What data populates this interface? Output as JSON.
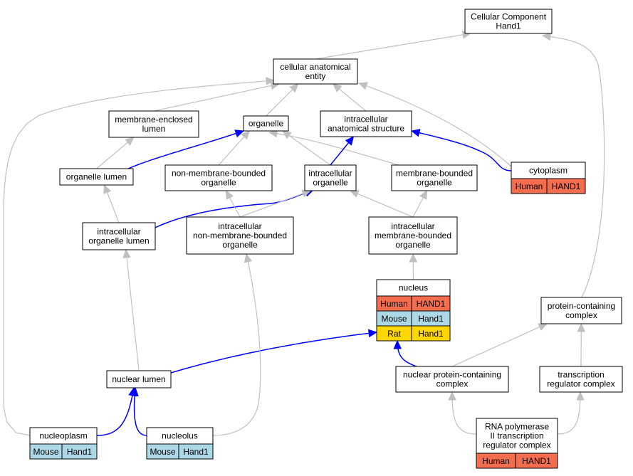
{
  "colors": {
    "human": "#f46d4f",
    "mouse": "#add8e6",
    "rat": "#ffd700",
    "edge_gray": "#c0c0c0",
    "edge_blue": "#0000ff"
  },
  "nodes": [
    {
      "id": "cellular-component",
      "lines": [
        "Cellular Component",
        "Hand1"
      ]
    },
    {
      "id": "cellular-anatomical-entity",
      "lines": [
        "cellular anatomical",
        "entity"
      ]
    },
    {
      "id": "membrane-enclosed-lumen",
      "lines": [
        "membrane-enclosed",
        "lumen"
      ]
    },
    {
      "id": "organelle",
      "lines": [
        "organelle"
      ]
    },
    {
      "id": "intracellular-anatomical-structure",
      "lines": [
        "intracellular",
        "anatomical structure"
      ]
    },
    {
      "id": "organelle-lumen",
      "lines": [
        "organelle lumen"
      ]
    },
    {
      "id": "non-membrane-bounded-organelle",
      "lines": [
        "non-membrane-bounded",
        "organelle"
      ]
    },
    {
      "id": "intracellular-organelle",
      "lines": [
        "intracellular",
        "organelle"
      ]
    },
    {
      "id": "membrane-bounded-organelle",
      "lines": [
        "membrane-bounded",
        "organelle"
      ]
    },
    {
      "id": "cytoplasm",
      "lines": [
        "cytoplasm"
      ],
      "species": [
        {
          "name": "Human",
          "gene": "HAND1",
          "color": "human"
        }
      ]
    },
    {
      "id": "intracellular-organelle-lumen",
      "lines": [
        "intracellular",
        "organelle lumen"
      ]
    },
    {
      "id": "intracellular-non-membrane-bounded-organelle",
      "lines": [
        "intracellular",
        "non-membrane-bounded",
        "organelle"
      ]
    },
    {
      "id": "intracellular-membrane-bounded-organelle",
      "lines": [
        "intracellular",
        "membrane-bounded",
        "organelle"
      ]
    },
    {
      "id": "nucleus",
      "lines": [
        "nucleus"
      ],
      "species": [
        {
          "name": "Human",
          "gene": "HAND1",
          "color": "human"
        },
        {
          "name": "Mouse",
          "gene": "Hand1",
          "color": "mouse"
        },
        {
          "name": "Rat",
          "gene": "Hand1",
          "color": "rat"
        }
      ]
    },
    {
      "id": "protein-containing-complex",
      "lines": [
        "protein-containing",
        "complex"
      ]
    },
    {
      "id": "nuclear-lumen",
      "lines": [
        "nuclear lumen"
      ]
    },
    {
      "id": "nuclear-protein-containing-complex",
      "lines": [
        "nuclear protein-containing",
        "complex"
      ]
    },
    {
      "id": "transcription-regulator-complex",
      "lines": [
        "transcription",
        "regulator complex"
      ]
    },
    {
      "id": "nucleoplasm",
      "lines": [
        "nucleoplasm"
      ],
      "species": [
        {
          "name": "Mouse",
          "gene": "Hand1",
          "color": "mouse"
        }
      ]
    },
    {
      "id": "nucleolus",
      "lines": [
        "nucleolus"
      ],
      "species": [
        {
          "name": "Mouse",
          "gene": "Hand1",
          "color": "mouse"
        }
      ]
    },
    {
      "id": "rna-polymerase-ii-transcription-regulator-complex",
      "lines": [
        "RNA polymerase",
        "II transcription",
        "regulator complex"
      ],
      "species": [
        {
          "name": "Human",
          "gene": "HAND1",
          "color": "human"
        }
      ]
    }
  ],
  "edges": [
    {
      "from": "cellular-anatomical-entity",
      "to": "cellular-component",
      "kind": "is_a"
    },
    {
      "from": "protein-containing-complex",
      "to": "cellular-component",
      "kind": "is_a"
    },
    {
      "from": "membrane-enclosed-lumen",
      "to": "cellular-anatomical-entity",
      "kind": "is_a"
    },
    {
      "from": "organelle",
      "to": "cellular-anatomical-entity",
      "kind": "is_a"
    },
    {
      "from": "intracellular-anatomical-structure",
      "to": "cellular-anatomical-entity",
      "kind": "is_a"
    },
    {
      "from": "cytoplasm",
      "to": "cellular-anatomical-entity",
      "kind": "is_a"
    },
    {
      "from": "nucleoplasm",
      "to": "cellular-anatomical-entity",
      "kind": "is_a"
    },
    {
      "from": "organelle-lumen",
      "to": "membrane-enclosed-lumen",
      "kind": "is_a"
    },
    {
      "from": "organelle-lumen",
      "to": "organelle",
      "kind": "part_of"
    },
    {
      "from": "non-membrane-bounded-organelle",
      "to": "organelle",
      "kind": "is_a"
    },
    {
      "from": "intracellular-organelle",
      "to": "organelle",
      "kind": "is_a"
    },
    {
      "from": "membrane-bounded-organelle",
      "to": "organelle",
      "kind": "is_a"
    },
    {
      "from": "intracellular-organelle",
      "to": "intracellular-anatomical-structure",
      "kind": "part_of"
    },
    {
      "from": "cytoplasm",
      "to": "intracellular-anatomical-structure",
      "kind": "part_of"
    },
    {
      "from": "intracellular-organelle-lumen",
      "to": "organelle-lumen",
      "kind": "is_a"
    },
    {
      "from": "intracellular-organelle-lumen",
      "to": "intracellular-organelle",
      "kind": "part_of"
    },
    {
      "from": "intracellular-non-membrane-bounded-organelle",
      "to": "non-membrane-bounded-organelle",
      "kind": "is_a"
    },
    {
      "from": "intracellular-non-membrane-bounded-organelle",
      "to": "intracellular-organelle",
      "kind": "is_a"
    },
    {
      "from": "intracellular-membrane-bounded-organelle",
      "to": "intracellular-organelle",
      "kind": "is_a"
    },
    {
      "from": "intracellular-membrane-bounded-organelle",
      "to": "membrane-bounded-organelle",
      "kind": "is_a"
    },
    {
      "from": "nucleus",
      "to": "intracellular-membrane-bounded-organelle",
      "kind": "is_a"
    },
    {
      "from": "nuclear-lumen",
      "to": "intracellular-organelle-lumen",
      "kind": "is_a"
    },
    {
      "from": "nuclear-lumen",
      "to": "nucleus",
      "kind": "part_of"
    },
    {
      "from": "nuclear-protein-containing-complex",
      "to": "protein-containing-complex",
      "kind": "is_a"
    },
    {
      "from": "nuclear-protein-containing-complex",
      "to": "nucleus",
      "kind": "part_of"
    },
    {
      "from": "transcription-regulator-complex",
      "to": "protein-containing-complex",
      "kind": "is_a"
    },
    {
      "from": "nucleoplasm",
      "to": "nuclear-lumen",
      "kind": "part_of"
    },
    {
      "from": "nucleolus",
      "to": "nuclear-lumen",
      "kind": "part_of"
    },
    {
      "from": "nucleolus",
      "to": "intracellular-non-membrane-bounded-organelle",
      "kind": "is_a"
    },
    {
      "from": "rna-polymerase-ii-transcription-regulator-complex",
      "to": "nuclear-protein-containing-complex",
      "kind": "is_a"
    },
    {
      "from": "rna-polymerase-ii-transcription-regulator-complex",
      "to": "transcription-regulator-complex",
      "kind": "is_a"
    }
  ]
}
